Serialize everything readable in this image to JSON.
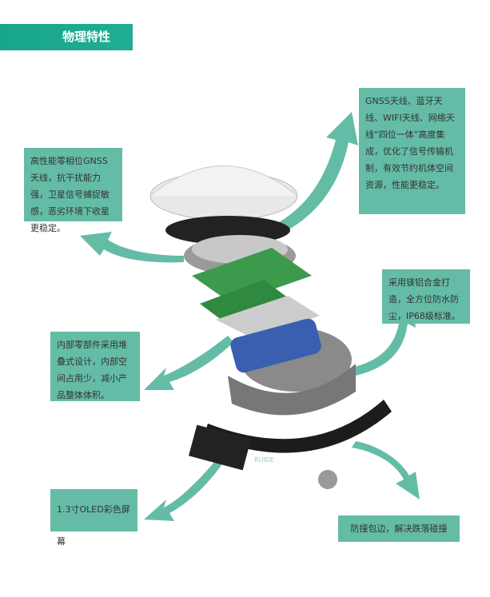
{
  "header": {
    "title": "物理特性"
  },
  "features": [
    {
      "text": "GNSS天线、蓝牙天线、WIFI天线、网络天线“四位一体”高度集成，优化了信号传输机制，有效节约机体空间资源，性能更稳定。"
    },
    {
      "text": "高性能零相位GNSS天线，抗干扰能力强，卫星信号捕捉敏感，恶劣环境下收星更稳定。"
    },
    {
      "text": "采用镁铝合金打造，全方位防水防尘，IP68级标准。"
    },
    {
      "text": "内部零部件采用堆叠式设计，内部空间占用少，减小产品整体体积。"
    },
    {
      "text": "1.3寸OLED彩色屏幕"
    },
    {
      "text": "防撞包边，解决跌落碰撞"
    }
  ],
  "device": {
    "brand_label": "RUIDE"
  },
  "colors": {
    "accent": "#64bca6",
    "title_bar": "#1fa98e"
  }
}
